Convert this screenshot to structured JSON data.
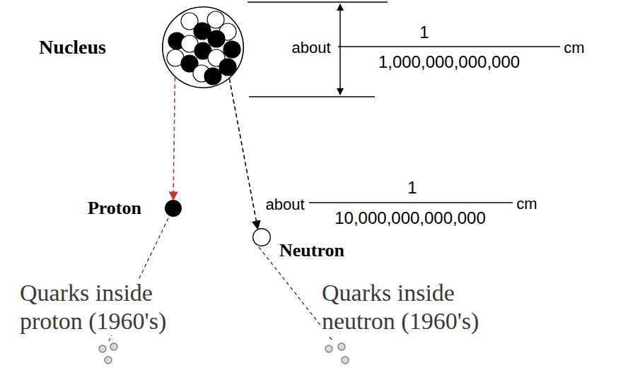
{
  "diagram": {
    "nodes": [
      {
        "text": [
          "Nucleus"
        ]
      },
      {
        "text": [
          "Proton"
        ]
      },
      {
        "text": [
          "Neutron"
        ]
      }
    ],
    "edges": [
      {
        "from": 0,
        "to": 1,
        "arrow": "to"
      },
      {
        "from": 0,
        "to": 2,
        "arrow": "to"
      }
    ],
    "labels": [
      "about",
      "1",
      "1,000,000,000,000",
      "cm",
      "about",
      "1",
      "10,000,000,000,000",
      "cm",
      "Quarks inside proton (1960's)",
      "Quarks inside neutron (1960's)"
    ]
  }
}
